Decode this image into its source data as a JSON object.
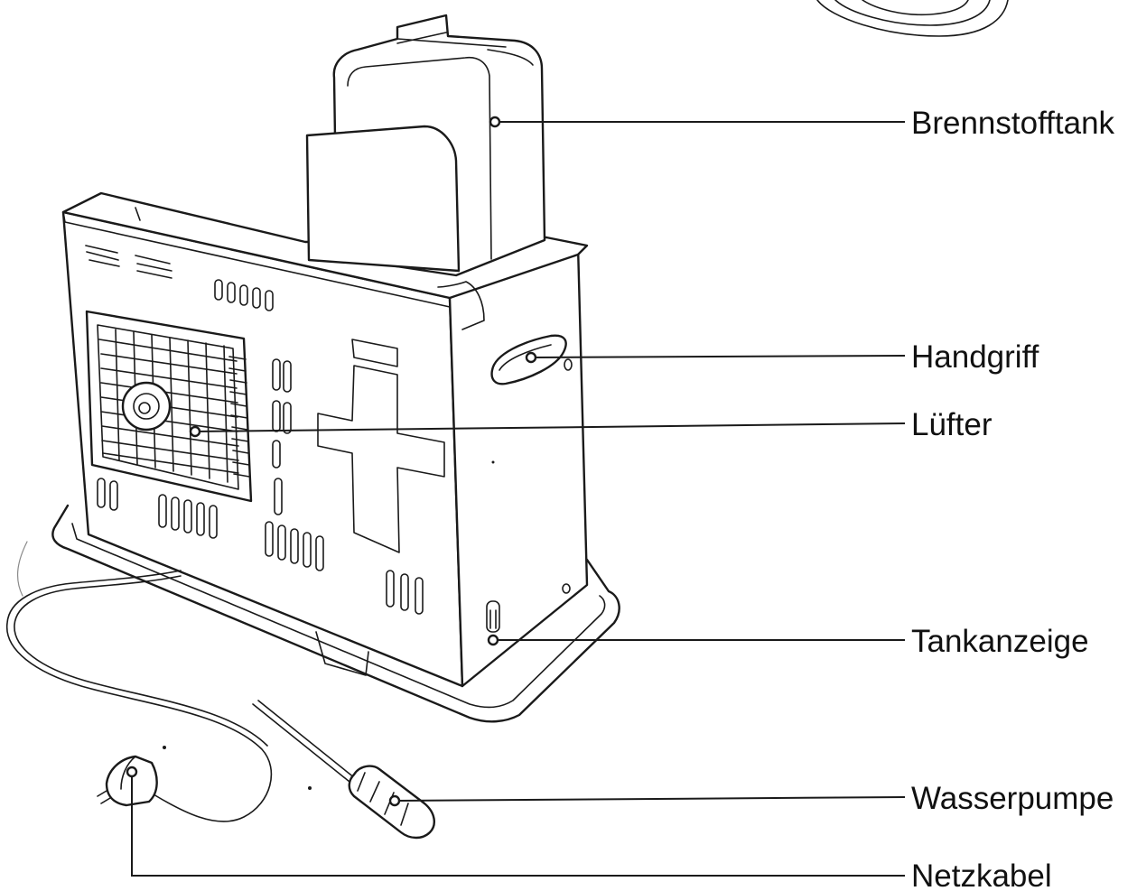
{
  "callouts": [
    {
      "id": "brennstofftank",
      "label": "Brennstofftank"
    },
    {
      "id": "handgriff",
      "label": "Handgriff"
    },
    {
      "id": "luefter",
      "label": "Lüfter"
    },
    {
      "id": "tankanzeige",
      "label": "Tankanzeige"
    },
    {
      "id": "wasserpumpe",
      "label": "Wasserpumpe"
    },
    {
      "id": "netzkabel",
      "label": "Netzkabel"
    }
  ]
}
